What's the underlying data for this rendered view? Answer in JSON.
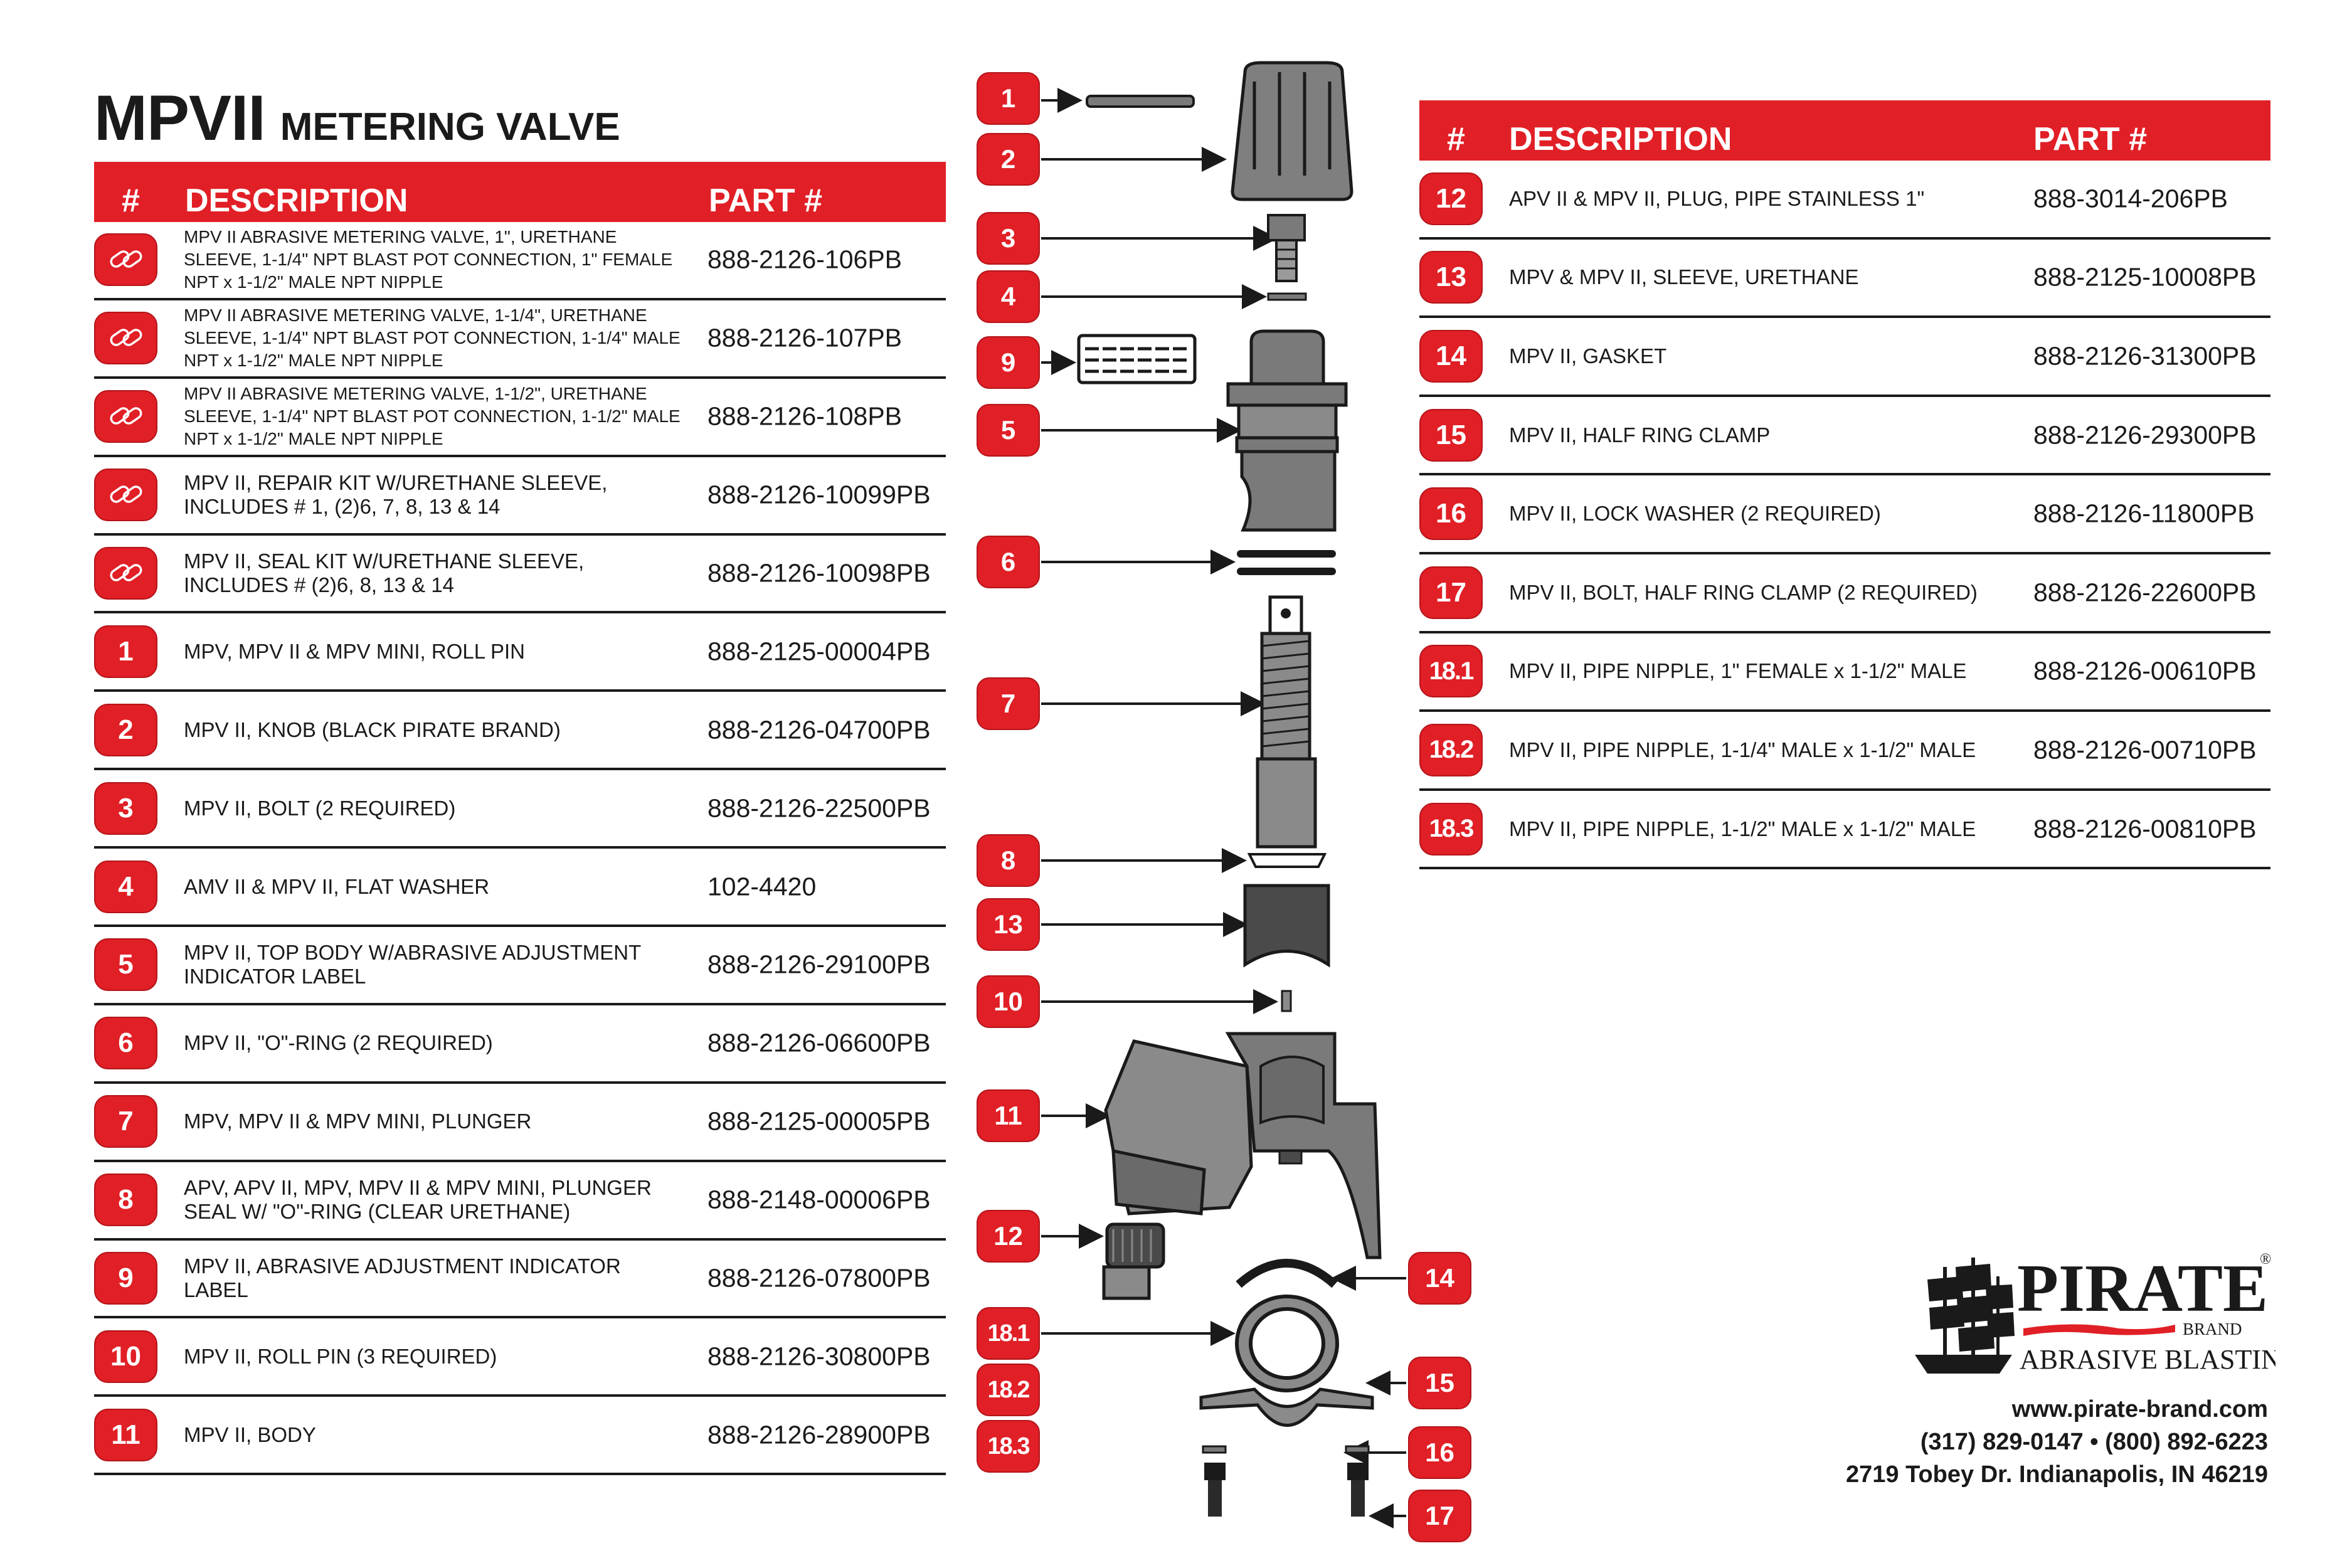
{
  "title": {
    "main": "MPVII",
    "sub": "METERING VALVE"
  },
  "table_header": {
    "num": "#",
    "desc": "DESCRIPTION",
    "part": "PART #"
  },
  "left_rows": [
    {
      "num": "",
      "icon": "link-icon",
      "desc": "MPV II ABRASIVE METERING VALVE, 1\", URETHANE SLEEVE, 1-1/4\" NPT BLAST POT CONNECTION, 1\" FEMALE NPT x 1-1/2\" MALE NPT NIPPLE",
      "part": "888-2126-106PB"
    },
    {
      "num": "",
      "icon": "link-icon",
      "desc": "MPV II ABRASIVE METERING VALVE, 1-1/4\", URETHANE SLEEVE, 1-1/4\" NPT BLAST POT CONNECTION, 1-1/4\" MALE NPT x 1-1/2\" MALE NPT NIPPLE",
      "part": "888-2126-107PB"
    },
    {
      "num": "",
      "icon": "link-icon",
      "desc": "MPV II ABRASIVE METERING VALVE, 1-1/2\", URETHANE SLEEVE, 1-1/4\" NPT BLAST POT CONNECTION, 1-1/2\" MALE NPT x 1-1/2\" MALE NPT NIPPLE",
      "part": "888-2126-108PB"
    },
    {
      "num": "",
      "icon": "link-icon",
      "desc": "MPV II, REPAIR KIT W/URETHANE SLEEVE, INCLUDES # 1, (2)6, 7, 8, 13 & 14",
      "part": "888-2126-10099PB"
    },
    {
      "num": "",
      "icon": "link-icon",
      "desc": "MPV II, SEAL KIT W/URETHANE SLEEVE, INCLUDES # (2)6, 8, 13 & 14",
      "part": "888-2126-10098PB"
    },
    {
      "num": "1",
      "desc": "MPV, MPV II & MPV MINI, ROLL PIN",
      "part": "888-2125-00004PB"
    },
    {
      "num": "2",
      "desc": "MPV II, KNOB (BLACK PIRATE BRAND)",
      "part": "888-2126-04700PB"
    },
    {
      "num": "3",
      "desc": "MPV II, BOLT (2 REQUIRED)",
      "part": "888-2126-22500PB"
    },
    {
      "num": "4",
      "desc": "AMV II & MPV II, FLAT WASHER",
      "part": "102-4420"
    },
    {
      "num": "5",
      "desc": "MPV II, TOP BODY W/ABRASIVE ADJUSTMENT INDICATOR LABEL",
      "part": "888-2126-29100PB"
    },
    {
      "num": "6",
      "desc": "MPV II, \"O\"-RING (2 REQUIRED)",
      "part": "888-2126-06600PB"
    },
    {
      "num": "7",
      "desc": "MPV, MPV II & MPV MINI, PLUNGER",
      "part": "888-2125-00005PB"
    },
    {
      "num": "8",
      "desc": "APV, APV II, MPV, MPV II & MPV MINI, PLUNGER SEAL W/ \"O\"-RING (CLEAR URETHANE)",
      "part": "888-2148-00006PB"
    },
    {
      "num": "9",
      "desc": "MPV II, ABRASIVE ADJUSTMENT INDICATOR LABEL",
      "part": "888-2126-07800PB"
    },
    {
      "num": "10",
      "desc": "MPV II, ROLL PIN (3 REQUIRED)",
      "part": "888-2126-30800PB"
    },
    {
      "num": "11",
      "desc": "MPV II, BODY",
      "part": "888-2126-28900PB"
    }
  ],
  "right_rows": [
    {
      "num": "12",
      "desc": "APV II & MPV II, PLUG, PIPE STAINLESS 1\"",
      "part": "888-3014-206PB"
    },
    {
      "num": "13",
      "desc": "MPV & MPV II, SLEEVE, URETHANE",
      "part": "888-2125-10008PB"
    },
    {
      "num": "14",
      "desc": "MPV II, GASKET",
      "part": "888-2126-31300PB"
    },
    {
      "num": "15",
      "desc": "MPV II, HALF RING CLAMP",
      "part": "888-2126-29300PB"
    },
    {
      "num": "16",
      "desc": "MPV II, LOCK WASHER (2 REQUIRED)",
      "part": "888-2126-11800PB"
    },
    {
      "num": "17",
      "desc": "MPV II, BOLT, HALF RING CLAMP (2 REQUIRED)",
      "part": "888-2126-22600PB"
    },
    {
      "num": "18.1",
      "desc": "MPV II, PIPE NIPPLE, 1\" FEMALE x 1-1/2\" MALE",
      "part": "888-2126-00610PB"
    },
    {
      "num": "18.2",
      "desc": "MPV II, PIPE NIPPLE, 1-1/4\" MALE x 1-1/2\" MALE",
      "part": "888-2126-00710PB"
    },
    {
      "num": "18.3",
      "desc": "MPV II, PIPE NIPPLE, 1-1/2\" MALE x 1-1/2\" MALE",
      "part": "888-2126-00810PB"
    }
  ],
  "callouts": [
    "1",
    "2",
    "3",
    "4",
    "9",
    "5",
    "6",
    "7",
    "8",
    "13",
    "10",
    "11",
    "12",
    "18.1",
    "18.2",
    "18.3",
    "14",
    "15",
    "16",
    "17"
  ],
  "brand": {
    "name": "PIRATE",
    "reg": "®",
    "brand_word": "BRAND",
    "tagline": "ABRASIVE BLASTING"
  },
  "contact": {
    "website": "www.pirate-brand.com",
    "phones": "(317) 829-0147 • (800) 892-6223",
    "address": "2719 Tobey Dr. Indianapolis, IN 46219"
  },
  "colors": {
    "accent": "#e11f26",
    "part_gray": "#7a7a7a",
    "text": "#1a1a1a"
  }
}
